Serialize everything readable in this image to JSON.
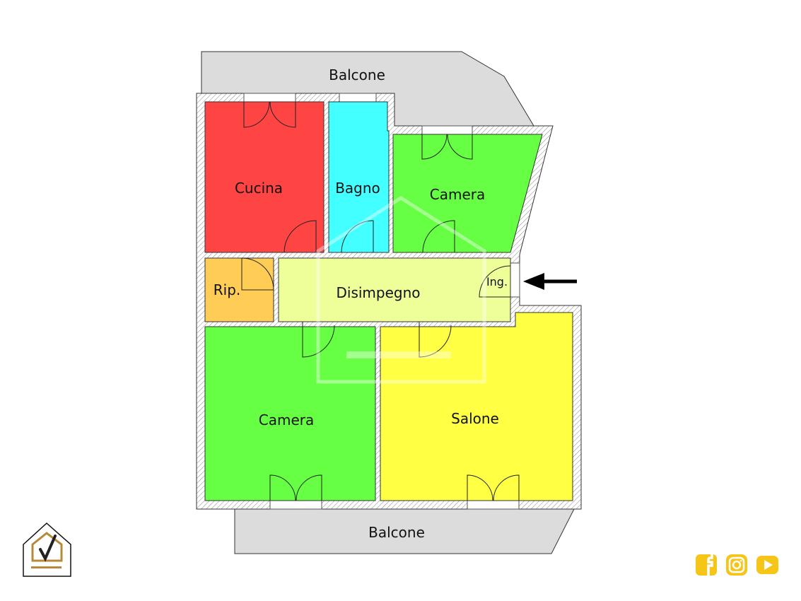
{
  "plan": {
    "rooms": [
      {
        "id": "balcone-top",
        "label": "Balcone"
      },
      {
        "id": "cucina",
        "label": "Cucina"
      },
      {
        "id": "bagno",
        "label": "Bagno"
      },
      {
        "id": "camera-top",
        "label": "Camera"
      },
      {
        "id": "ripostiglio",
        "label": "Rip."
      },
      {
        "id": "disimpegno",
        "label": "Disimpegno"
      },
      {
        "id": "ingresso",
        "label": "Ing."
      },
      {
        "id": "camera-bottom",
        "label": "Camera"
      },
      {
        "id": "salone",
        "label": "Salone"
      },
      {
        "id": "balcone-bottom",
        "label": "Balcone"
      }
    ],
    "colors": {
      "cucina": "#ff4444",
      "bagno": "#44ffff",
      "camera": "#66ff44",
      "ripostiglio": "#ffcc55",
      "disimpegno": "#eeff99",
      "salone": "#ffff44",
      "balcone": "#dcdcdc",
      "social": "#f5c518",
      "logo_gold": "#b8893a"
    }
  },
  "social": {
    "icons": [
      "facebook-icon",
      "instagram-icon",
      "youtube-icon"
    ]
  }
}
